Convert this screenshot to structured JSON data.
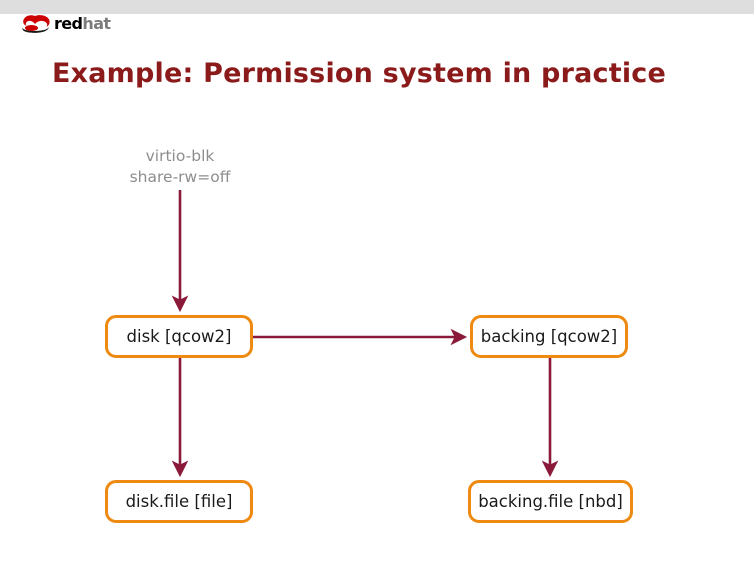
{
  "slide": {
    "title": "Example: Permission system in practice",
    "background_color": "#ffffff",
    "top_band_color": "#dedede",
    "title_color": "#8b1a1a"
  },
  "branding": {
    "logo_icon": "redhat-shadowman-icon",
    "logo_text_first": "red",
    "logo_text_second": "hat",
    "logo_first_color": "#000000",
    "logo_second_color": "#7b7b7b",
    "logo_mark_color": "#cc0000"
  },
  "diagram": {
    "node_border_color": "#ee8a11",
    "node_fill_color": "#ffffff",
    "arrow_color": "#8b1a3a",
    "label_color": "#8d8d8d",
    "nodes": [
      {
        "id": "disk",
        "label": "disk [qcow2]"
      },
      {
        "id": "backing",
        "label": "backing [qcow2]"
      },
      {
        "id": "disk-file",
        "label": "disk.file [file]"
      },
      {
        "id": "backing-file",
        "label": "backing.file [nbd]"
      }
    ],
    "edge_label": {
      "line1": "virtio-blk",
      "line2": "share-rw=off"
    },
    "edges": [
      {
        "from": "virtio-blk",
        "to": "disk",
        "direction": "down"
      },
      {
        "from": "disk",
        "to": "backing",
        "direction": "right"
      },
      {
        "from": "disk",
        "to": "disk-file",
        "direction": "down"
      },
      {
        "from": "backing",
        "to": "backing-file",
        "direction": "down"
      }
    ]
  }
}
